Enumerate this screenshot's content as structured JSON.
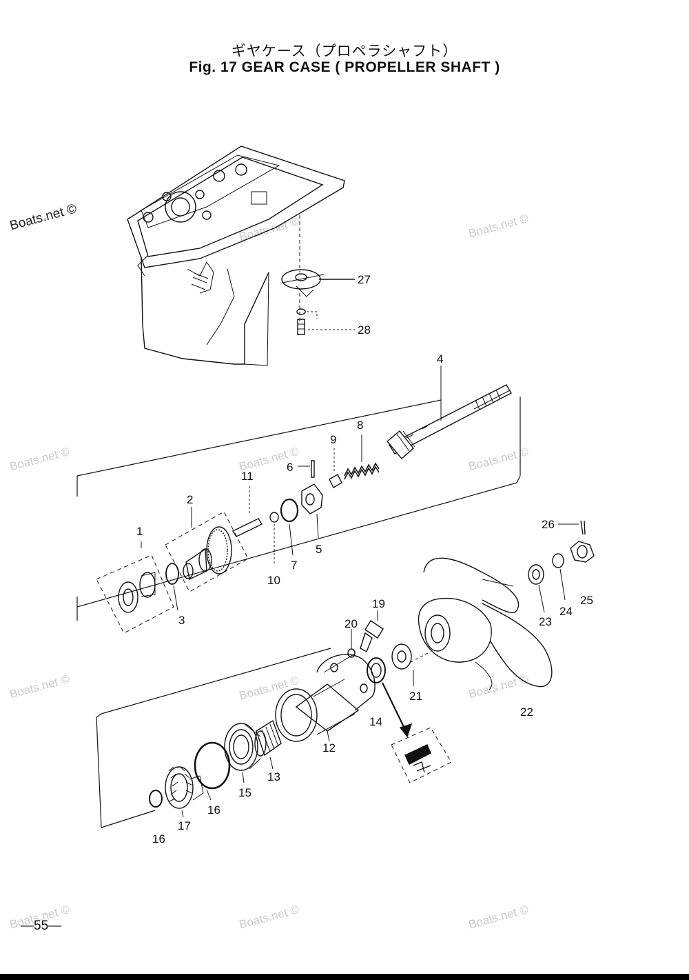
{
  "title_jp": "ギヤケース（プロペラシャフト）",
  "title_en": "Fig. 17   GEAR CASE ( PROPELLER SHAFT )",
  "page_number": "—55—",
  "watermark_text": "Boats.net ©",
  "part_labels": [
    "1",
    "2",
    "3",
    "4",
    "5",
    "6",
    "7",
    "8",
    "9",
    "10",
    "11",
    "12",
    "13",
    "14",
    "15",
    "16",
    "16",
    "17",
    "19",
    "20",
    "21",
    "22",
    "23",
    "24",
    "25",
    "26",
    "27",
    "28"
  ]
}
